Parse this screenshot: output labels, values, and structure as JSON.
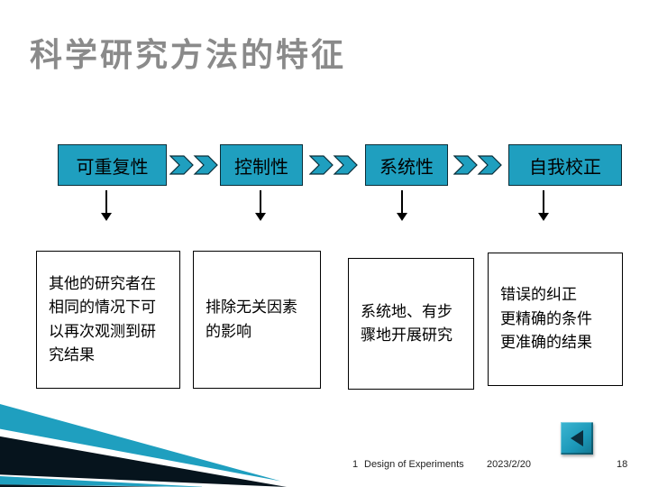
{
  "slide": {
    "title": "科学研究方法的特征",
    "flow": {
      "steps": [
        {
          "label": "可重复性",
          "description": "其他的研究者在相同的情况下可以再次观测到研究结果"
        },
        {
          "label": "控制性",
          "description": "排除无关因素的影响"
        },
        {
          "label": "系统性",
          "description": "系统地、有步骤地开展研究"
        },
        {
          "label": "自我校正",
          "description": "错误的纠正\n更精确的条件\n更准确的结果"
        }
      ]
    },
    "footer": {
      "number": "1",
      "text": "Design of Experiments",
      "date": "2023/2/20",
      "page": "18"
    },
    "colors": {
      "accent_teal": "#1f9fbf",
      "title_gray": "#8a8a8a",
      "dark_navy": "#06141d"
    },
    "icons": {
      "between_steps": "double-chevron-right-icon",
      "to_description": "down-arrow-icon",
      "nav": "back-icon"
    }
  }
}
